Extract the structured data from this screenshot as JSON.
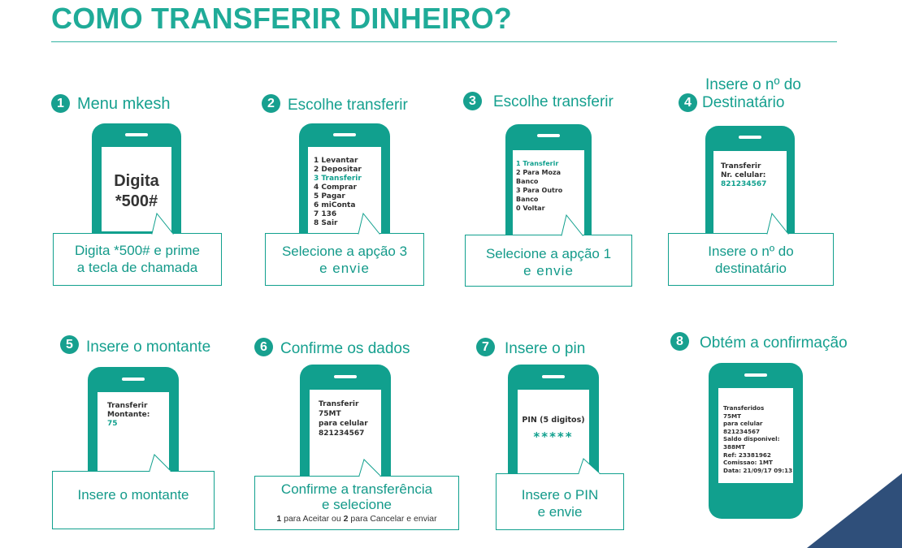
{
  "title": "COMO TRANSFERIR DINHEIRO?",
  "steps": [
    {
      "number": "1",
      "title": "Menu mkesh",
      "screen_big": [
        "Digita",
        "*500#"
      ],
      "bubble": [
        "Digita *500# e prime",
        "a tecla de chamada"
      ]
    },
    {
      "number": "2",
      "title": "Escolhe transferir",
      "menu": [
        "1 Levantar",
        "2 Depositar",
        "3 Transferir",
        "4 Comprar",
        "5 Pagar",
        "6 miConta",
        "7 136",
        "8 Sair"
      ],
      "bubble": [
        "Selecione a apção 3",
        "e envie"
      ]
    },
    {
      "number": "3",
      "title": "Escolhe transferir",
      "menu": [
        "1 Transferir",
        "2 Para Moza Banco",
        "3 Para Outro Banco",
        "0 Voltar"
      ],
      "bubble": [
        "Selecione a apção 1",
        "e envie"
      ]
    },
    {
      "number": "4",
      "title_lines": [
        "Insere o nº do",
        "Destinatário"
      ],
      "screen": [
        "Transferir",
        "Nr. celular:",
        "821234567"
      ],
      "bubble": [
        "Insere o nº do",
        "destinatário"
      ]
    },
    {
      "number": "5",
      "title": "Insere o montante",
      "screen": [
        "Transferir",
        "Montante:",
        "75"
      ],
      "bubble": [
        "Insere o montante"
      ]
    },
    {
      "number": "6",
      "title": "Confirme os dados",
      "screen": [
        "Transferir",
        "75MT",
        "para celular",
        "821234567"
      ],
      "bubble": [
        "Confirme a transferência",
        "e selecione"
      ],
      "bubble_small": {
        "a": "1",
        "b": " para Aceitar ou ",
        "c": "2",
        "d": " para Cancelar e enviar"
      }
    },
    {
      "number": "7",
      "title": "Insere o pin",
      "screen": [
        "PIN (5 digitos)",
        "*****"
      ],
      "bubble": [
        "Insere o PIN",
        "e envie"
      ]
    },
    {
      "number": "8",
      "title": "Obtém a confirmação",
      "screen": [
        "Transferidos",
        "75MT",
        "para celular",
        "821234567",
        "Saldo disponivel:",
        "388MT",
        "Ref: 23381962",
        "Comissao: 1MT",
        "Data: 21/09/17 09:13"
      ]
    }
  ]
}
